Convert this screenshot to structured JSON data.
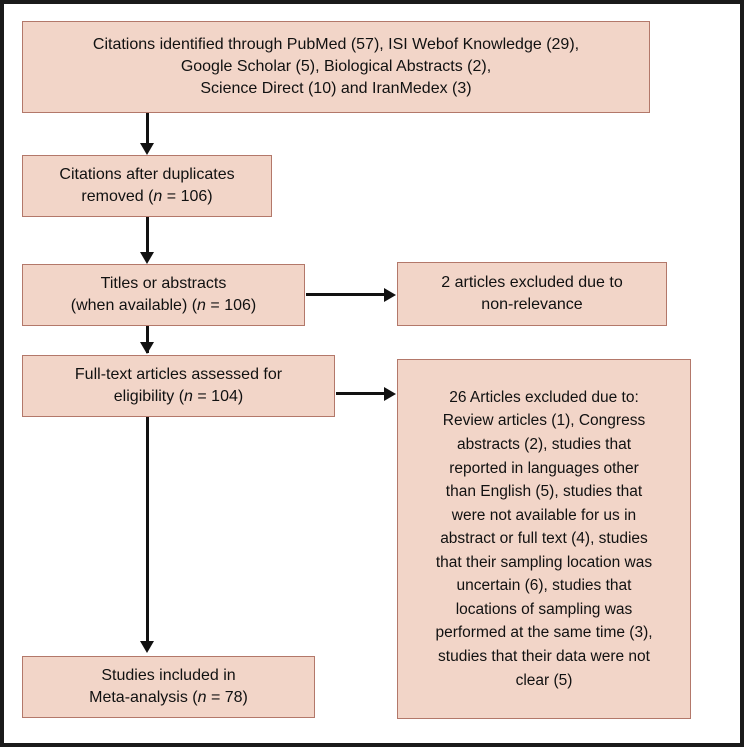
{
  "figure": {
    "type": "prisma-flow-diagram",
    "colors": {
      "box_fill": "#f2d5c8",
      "box_border": "#b3786a",
      "arrow": "#111111",
      "frame": "#1a1a1a",
      "text": "#111111",
      "canvas": "#ffffff"
    }
  },
  "nodes": {
    "identification": {
      "name": "Citations identified through databases",
      "text": "Citations identified through PubMed (57), ISI Webof Knowledge (29),\nGoogle Scholar (5), Biological Abstracts (2),\nScience Direct (10) and IranMedex (3)",
      "lines": [
        "Citations identified through PubMed (57), ISI Webof Knowledge (29),",
        "Google Scholar (5), Biological Abstracts (2),",
        "Science Direct (10) and IranMedex (3)"
      ],
      "sources": [
        {
          "label": "PubMed",
          "count": 57
        },
        {
          "label": "ISI Webof Knowledge",
          "count": 29
        },
        {
          "label": "Google Scholar",
          "count": 5
        },
        {
          "label": "Biological Abstracts",
          "count": 2
        },
        {
          "label": "Science Direct",
          "count": 10
        },
        {
          "label": "IranMedex",
          "count": 3
        }
      ]
    },
    "duplicates": {
      "name": "Citations after duplicates removed",
      "line1": "Citations after duplicates",
      "line2_prefix": "removed (",
      "n_symbol": "n",
      "line2_suffix": " = 106)",
      "n_value": 106
    },
    "titles": {
      "name": "Titles or abstracts screened",
      "line1": "Titles or abstracts",
      "line2_prefix": "(when available) (",
      "n_symbol": "n",
      "line2_suffix": " = 106)",
      "n_value": 106
    },
    "excluded_1": {
      "name": "Articles excluded for non-relevance",
      "text": "2 articles excluded due to\nnon-relevance",
      "lines": [
        "2 articles excluded due to",
        "non-relevance"
      ],
      "count": 2,
      "reason": "non-relevance"
    },
    "fulltext": {
      "name": "Full-text articles assessed for eligibility",
      "line1": "Full-text articles assessed for",
      "line2_prefix": "eligibility (",
      "n_symbol": "n",
      "line2_suffix": " = 104)",
      "n_value": 104
    },
    "excluded_2": {
      "name": "Full-text articles excluded with reasons",
      "text": "26 Articles excluded due to:\nReview articles (1), Congress\nabstracts (2), studies that\nreported in languages other\nthan English (5), studies that\nwere not available for us in\nabstract or full text (4), studies\nthat their sampling location was\nuncertain (6), studies that\nlocations of sampling was\nperformed at the same time (3),\nstudies that their data were not\nclear (5)",
      "total": 26,
      "lines": [
        "26 Articles excluded due to:",
        "Review articles (1), Congress",
        "abstracts (2), studies that",
        "reported in languages other",
        "than English (5), studies that",
        "were not available for us in",
        "abstract or full text (4), studies",
        "that their sampling location was",
        "uncertain (6), studies that",
        "locations of sampling was",
        "performed at the same time (3),",
        "studies that their data were not",
        "clear (5)"
      ],
      "reasons": [
        {
          "label": "Review articles",
          "count": 1
        },
        {
          "label": "Congress abstracts",
          "count": 2
        },
        {
          "label": "studies that reported in languages other than English",
          "count": 5
        },
        {
          "label": "studies that were not available for us in abstract or full text",
          "count": 4
        },
        {
          "label": "studies that their sampling location was uncertain",
          "count": 6
        },
        {
          "label": "studies that locations of sampling was performed at the same time",
          "count": 3
        },
        {
          "label": "studies that their data were not clear",
          "count": 5
        }
      ]
    },
    "included": {
      "name": "Studies included in meta-analysis",
      "line1": "Studies included in",
      "line2_prefix": "Meta-analysis (",
      "n_symbol": "n",
      "line2_suffix": " = 78)",
      "n_value": 78
    }
  }
}
